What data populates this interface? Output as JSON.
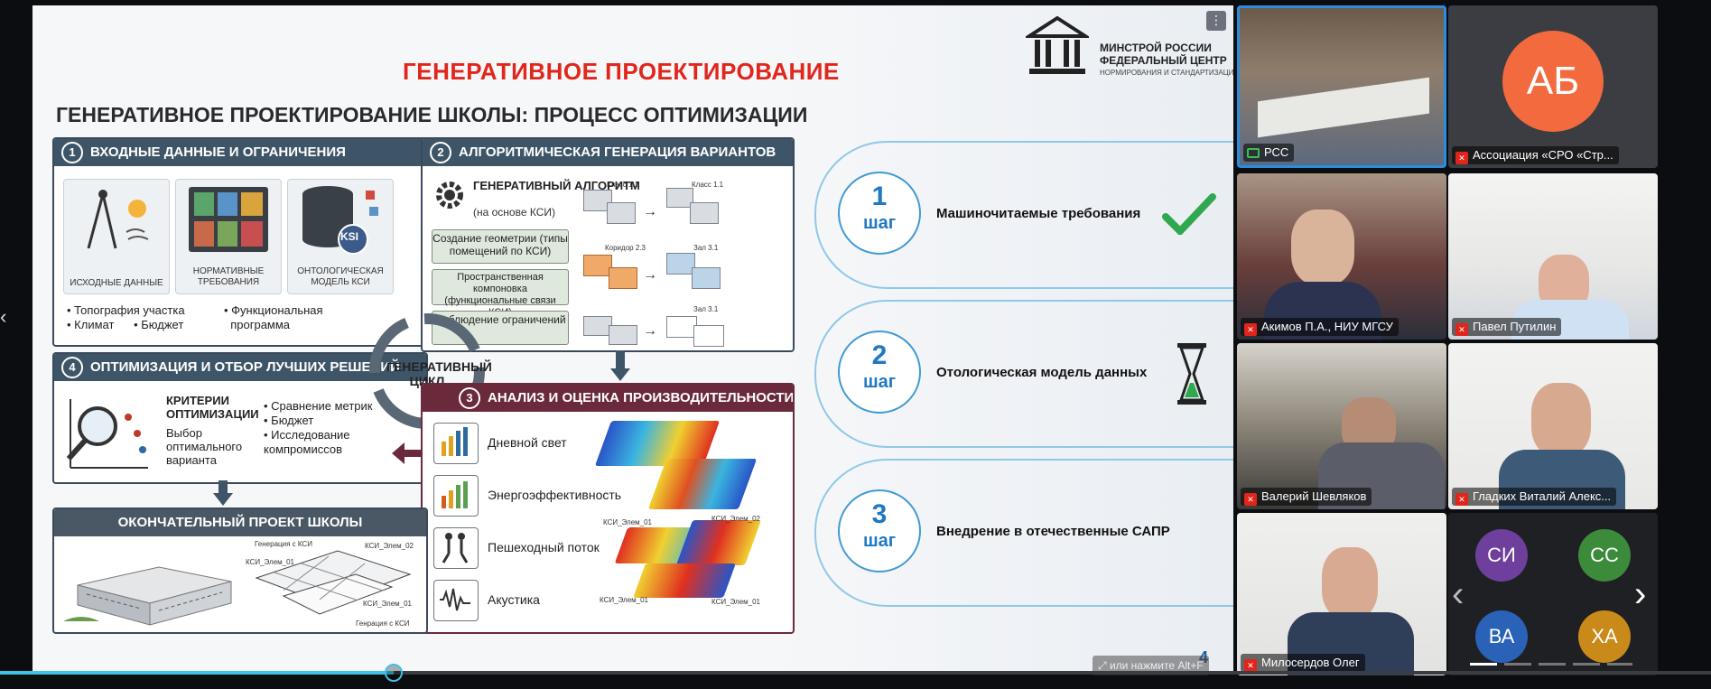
{
  "slide": {
    "main_title": "ГЕНЕРАТИВНОЕ ПРОЕКТИРОВАНИЕ",
    "subtitle": "ГЕНЕРАТИВНОЕ ПРОЕКТИРОВАНИЕ ШКОЛЫ: ПРОЦЕСС ОПТИМИЗАЦИИ",
    "logo_line1": "МИНСТРОЙ РОССИИ",
    "logo_line2": "ФЕДЕРАЛЬНЫЙ ЦЕНТР",
    "logo_line3": "НОРМИРОВАНИЯ И СТАНДАРТИЗАЦИИ",
    "page_number": "4",
    "panel1": {
      "num": "1",
      "title": "ВХОДНЫЕ ДАННЫЕ И ОГРАНИЧЕНИЯ",
      "card1": "ИСХОДНЫЕ ДАННЫЕ",
      "card2": "НОРМАТИВНЫЕ ТРЕБОВАНИЯ",
      "card3": "ОНТОЛОГИЧЕСКАЯ МОДЕЛЬ КСИ",
      "ksi_badge": "KSI",
      "bullets_left": [
        "• Топография участка",
        "• Климат      • Бюджет"
      ],
      "bullets_right": [
        "• Функциональная",
        "  программа"
      ]
    },
    "panel2": {
      "num": "2",
      "title": "АЛГОРИТМИЧЕСКАЯ ГЕНЕРАЦИЯ ВАРИАНТОВ",
      "algo_title": "ГЕНЕРАТИВНЫЙ АЛГОРИТМ",
      "algo_sub": "(на основе КСИ)",
      "box1": "Создание геометрии (типы помещений по КСИ)",
      "box2": "Пространственная компоновка (функциональные связи КСИ)",
      "box3": "Соблюдение ограничений",
      "labels": [
        "Класс 1.1",
        "Класс 1.1",
        "Коридор 2.3",
        "Зал 3.1",
        "Зал 3.1"
      ]
    },
    "cycle_label": "ГЕНЕРАТИВНЫЙ ЦИКЛ",
    "panel3": {
      "num": "3",
      "title": "АНАЛИЗ И ОЦЕНКА ПРОИЗВОДИТЕЛЬНОСТИ",
      "metrics": [
        "Дневной свет",
        "Энергоэффективность",
        "Пешеходный поток",
        "Акустика"
      ],
      "heat_labels": [
        "КСИ_Элем_01",
        "КСИ_Элем_02",
        "КСИ_Элем_01",
        "КСИ_Элем_01"
      ]
    },
    "panel4": {
      "num": "4",
      "title": "ОПТИМИЗАЦИЯ И ОТБОР ЛУЧШИХ РЕШЕНИЙ",
      "criteria_title": "КРИТЕРИИ ОПТИМИЗАЦИИ",
      "criteria_sub": "Выбор оптимального варианта",
      "bullets": [
        "• Сравнение метрик",
        "• Бюджет",
        "• Исследование компромиссов"
      ]
    },
    "final": {
      "title": "ОКОНЧАТЕЛЬНЫЙ ПРОЕКТ ШКОЛЫ",
      "labels": [
        "Генерация с КСИ",
        "КСИ_Элем_01",
        "КСИ_Элем_02",
        "КСИ_Элем_01",
        "Генрация с КСИ"
      ]
    },
    "steps": [
      {
        "num": "1",
        "word": "шаг",
        "text": "Машиночитаемые требования"
      },
      {
        "num": "2",
        "word": "шаг",
        "text": "Отологическая модель данных"
      },
      {
        "num": "3",
        "word": "шаг",
        "text": "Внедрение в отечественные САПР"
      }
    ]
  },
  "participants": [
    {
      "name": "РСС",
      "status": "screen-share",
      "active": true
    },
    {
      "name": "Ассоциация «СРО «Стр...",
      "initials": "АБ",
      "muted": true
    },
    {
      "name": "Акимов П.А., НИУ МГСУ",
      "muted": true
    },
    {
      "name": "Павел Путилин",
      "muted": true
    },
    {
      "name": "Валерий Шевляков",
      "muted": true
    },
    {
      "name": "Гладких Виталий Алекс...",
      "muted": true
    },
    {
      "name": "Милосердов Олег",
      "muted": true
    }
  ],
  "mini_avatars": [
    "СИ",
    "СС",
    "ВА",
    "ХА"
  ],
  "colors": {
    "accent_blue": "#3ec2e6",
    "title_red": "#e1261c",
    "avatar_orange": "#f26a3d",
    "avatar_purple": "#6e3f9c",
    "avatar_green": "#3c8b3a",
    "avatar_blue": "#2a62b8",
    "avatar_gold": "#c98a1a"
  },
  "hint": "или нажмите Alt+F",
  "progress": 0.23
}
